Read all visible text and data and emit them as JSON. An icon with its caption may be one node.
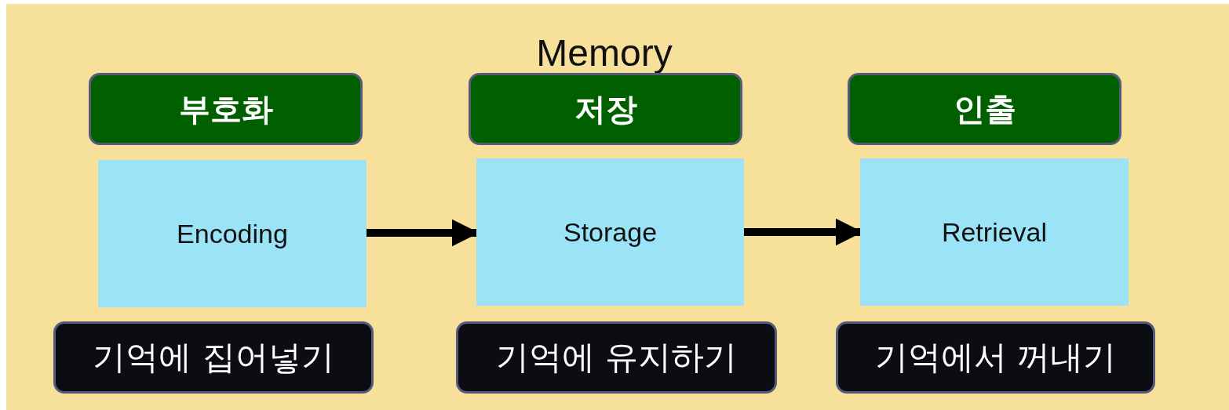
{
  "diagram": {
    "title": "Memory",
    "nodes": [
      {
        "text": [
          "부호화"
        ]
      },
      {
        "text": [
          "저장"
        ]
      },
      {
        "text": [
          "인출"
        ]
      },
      {
        "text": [
          "Encoding"
        ]
      },
      {
        "text": [
          "Storage"
        ]
      },
      {
        "text": [
          "Retrieval"
        ]
      },
      {
        "text": [
          "기억에 집어넣기"
        ]
      },
      {
        "text": [
          "기억에 유지하기"
        ]
      },
      {
        "text": [
          "기억에서 꺼내기"
        ]
      }
    ],
    "edges": [
      {
        "from": 3,
        "to": 4,
        "arrow": "to"
      },
      {
        "from": 4,
        "to": 5,
        "arrow": "to"
      }
    ]
  }
}
